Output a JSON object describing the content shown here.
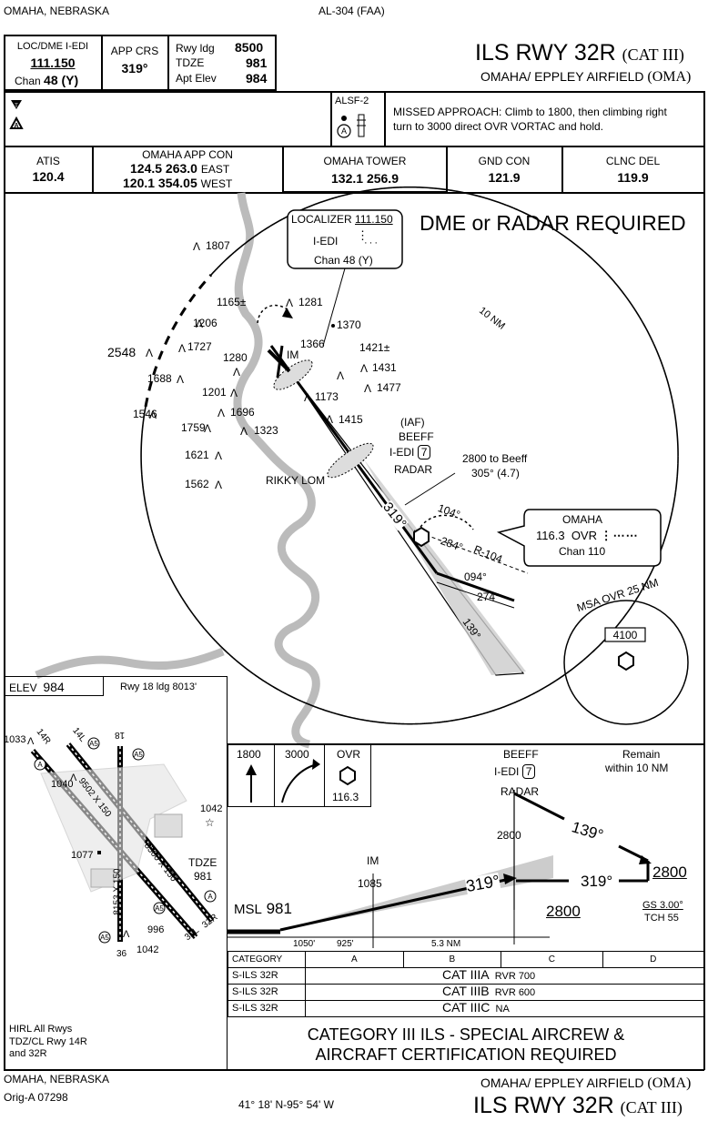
{
  "header": {
    "location_top": "OMAHA, NEBRASKA",
    "chart_id": "AL-304 (FAA)",
    "title_main": "ILS RWY 32R",
    "title_cat": "(CAT III)",
    "airport_sub": "OMAHA/ EPPLEY AIRFIELD",
    "airport_id": "(OMA)"
  },
  "briefing": {
    "loc_label": "LOC/DME I-EDI",
    "loc_freq": "111.150",
    "chan_label": "Chan",
    "chan_value": "48 (Y)",
    "app_crs_label": "APP CRS",
    "app_crs_value": "319°",
    "rwy_ldg_label": "Rwy ldg",
    "rwy_ldg_value": "8500",
    "tdze_label": "TDZE",
    "tdze_value": "981",
    "apt_elev_label": "Apt Elev",
    "apt_elev_value": "984",
    "alsf_label": "ALSF-2",
    "missed_approach": "MISSED APPROACH:  Climb to 1800, then climbing right turn to 3000 direct OVR VORTAC and hold.",
    "missed_line1": "MISSED APPROACH:  Climb to 1800, then climbing right",
    "missed_line2": "turn to 3000 direct OVR VORTAC and hold."
  },
  "comms": {
    "atis_label": "ATIS",
    "atis_freq": "120.4",
    "app_label": "OMAHA APP CON",
    "app_line1_freq": "124.5 263.0",
    "app_line1_sector": "EAST",
    "app_line2_freq": "120.1 354.05",
    "app_line2_sector": "WEST",
    "tower_label": "OMAHA TOWER",
    "tower_freq": "132.1  256.9",
    "gnd_label": "GND CON",
    "gnd_freq": "121.9",
    "clnc_label": "CLNC DEL",
    "clnc_freq": "119.9"
  },
  "planview": {
    "dme_radar": "DME or RADAR REQUIRED",
    "loc_box_title": "LOCALIZER",
    "loc_box_freq": "111.150",
    "loc_box_ident": "I-EDI",
    "loc_box_chan": "Chan 48 (Y)",
    "ring_label": "10 NM",
    "obstacles": [
      "1807",
      "1281",
      "1165±",
      "1206",
      "1370",
      "2548",
      "1727",
      "1366",
      "1421±",
      "1280",
      "1688",
      "IM",
      "1431",
      "1201",
      "1477",
      "1173",
      "1696",
      "1546",
      "1415",
      "1759",
      "1323",
      "1621",
      "1562"
    ],
    "iaf": "(IAF)",
    "beeff": "BEEFF",
    "iedi": "I-EDI",
    "iedi_dme": "7",
    "radar": "RADAR",
    "rikky": "RIKKY LOM",
    "feeder_alt": "2800 to Beeff",
    "feeder_crs": "305° (4.7)",
    "final_crs": "319°",
    "r104": "104°",
    "r284": "284°",
    "radial": "R-104",
    "hold_out": "094°",
    "hold_in": "274°",
    "hold_139": "139°",
    "vor_name": "OMAHA",
    "vor_freq": "116.3",
    "vor_id": "OVR",
    "vor_chan": "Chan 110",
    "msa_label": "MSA OVR 25 NM",
    "msa_alt": "4100"
  },
  "airport": {
    "elev_label": "ELEV",
    "elev_value": "984",
    "rwy18": "Rwy 18 ldg 8013'",
    "obs_1033": "1033",
    "obs_1040": "1040",
    "obs_1042a": "1042",
    "obs_1077": "1077",
    "obs_996": "996",
    "obs_1042b": "1042",
    "tdze": "TDZE",
    "tdze_val": "981",
    "rwy_dims1": "9502 X 150",
    "rwy_dims2": "8500 X 150",
    "rwy_dims3": "8153 X 150",
    "rwy_14l": "14L",
    "rwy_14r": "14R",
    "rwy_18": "18",
    "rwy_36": "36",
    "rwy_32l": "32L",
    "rwy_32r": "32R",
    "notes1": "HIRL All Rwys",
    "notes2": "TDZ/CL Rwy 14R",
    "notes3": "and 32R"
  },
  "profile": {
    "climb_alt": "1800",
    "turn_alt": "3000",
    "ovr_label": "OVR",
    "ovr_freq": "116.3",
    "beeff": "BEEFF",
    "iedi": "I-EDI",
    "iedi_dme": "7",
    "radar": "RADAR",
    "remain": "Remain",
    "remain2": "within 10 NM",
    "alt_2800": "2800",
    "crs_139": "139°",
    "alt_2800b": "2800",
    "im_label": "IM",
    "im_alt": "1085",
    "crs_319a": "319°",
    "crs_319b": "319°",
    "alt_2800c": "2800",
    "msl": "MSL",
    "msl_val": "981",
    "gs": "GS 3.00°",
    "tch": "TCH 55",
    "d1": "1050'",
    "d2": "925'",
    "d3": "5.3 NM"
  },
  "minimums": {
    "headers": [
      "CATEGORY",
      "A",
      "B",
      "C",
      "D"
    ],
    "rows": [
      {
        "name": "S-ILS 32R",
        "cat": "CAT IIIA",
        "vis": "RVR 700"
      },
      {
        "name": "S-ILS 32R",
        "cat": "CAT IIIB",
        "vis": "RVR 600"
      },
      {
        "name": "S-ILS 32R",
        "cat": "CAT IIIC",
        "vis": "NA"
      }
    ],
    "note1": "CATEGORY III ILS - SPECIAL AIRCREW &",
    "note2": "AIRCRAFT CERTIFICATION REQUIRED"
  },
  "footer": {
    "location": "OMAHA, NEBRASKA",
    "orig": "Orig-A  07298",
    "coords": "41° 18' N-95° 54' W",
    "airport_sub": "OMAHA/ EPPLEY AIRFIELD",
    "airport_id": "(OMA)",
    "title_main": "ILS RWY 32R",
    "title_cat": "(CAT III)"
  }
}
